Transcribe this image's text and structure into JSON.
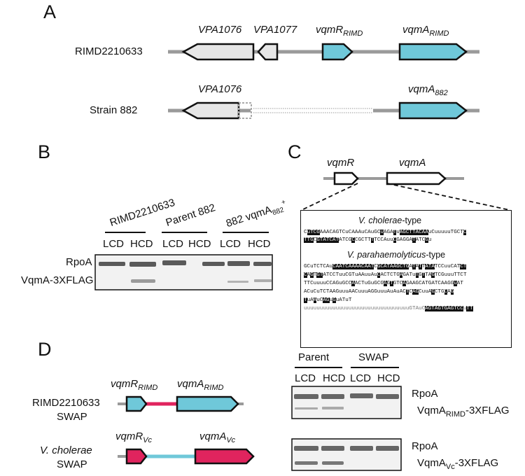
{
  "panels": {
    "a": "A",
    "b": "B",
    "c": "C",
    "d": "D"
  },
  "panel_a": {
    "strain1": "RIMD2210633",
    "strain2": "Strain 882",
    "genes1": [
      "VPA1076",
      "VPA1077",
      "vqmR",
      "RIMD",
      "vqmA",
      "RIMD"
    ],
    "genes2": [
      "VPA1076",
      "vqmA",
      "882"
    ]
  },
  "panel_b": {
    "groups": [
      "RIMD2210633",
      "Parent 882",
      "882 vqmA",
      "882",
      "+"
    ],
    "lanes": [
      "LCD",
      "HCD",
      "LCD",
      "HCD",
      "LCD",
      "HCD"
    ],
    "band1": "RpoA",
    "band2": "VqmA-3XFLAG"
  },
  "panel_c": {
    "gene1": "vqmR",
    "gene2": "vqmA",
    "vc_title": "V. cholerae",
    "vc_suffix": "-type",
    "vp_title": "V. parahaemolyticus",
    "vp_suffix": "-type"
  },
  "panel_d": {
    "row1_label1": "RIMD2210633",
    "row1_label2": "SWAP",
    "row2_label1": "V. cholerae",
    "row2_label2": "SWAP",
    "genes1": [
      "vqmR",
      "RIMD",
      "vqmA",
      "RIMD"
    ],
    "genes2": [
      "vqmR",
      "Vc",
      "vqmA",
      "Vc"
    ],
    "groups": [
      "Parent",
      "SWAP"
    ],
    "lanes": [
      "LCD",
      "HCD",
      "LCD",
      "HCD"
    ],
    "blot1_band1": "RpoA",
    "blot1_band2_main": "VqmA",
    "blot1_band2_sub": "RIMD",
    "blot1_band2_tail": "-3XFLAG",
    "blot2_band1": "RpoA",
    "blot2_band2_main": "VqmA",
    "blot2_band2_sub": "Vc",
    "blot2_band2_tail": "-3XFLAG"
  },
  "colors": {
    "cyan": "#6fc8d9",
    "grey_gene": "#e6e6e6",
    "magenta": "#e0245e",
    "line": "#9a9a9a"
  }
}
